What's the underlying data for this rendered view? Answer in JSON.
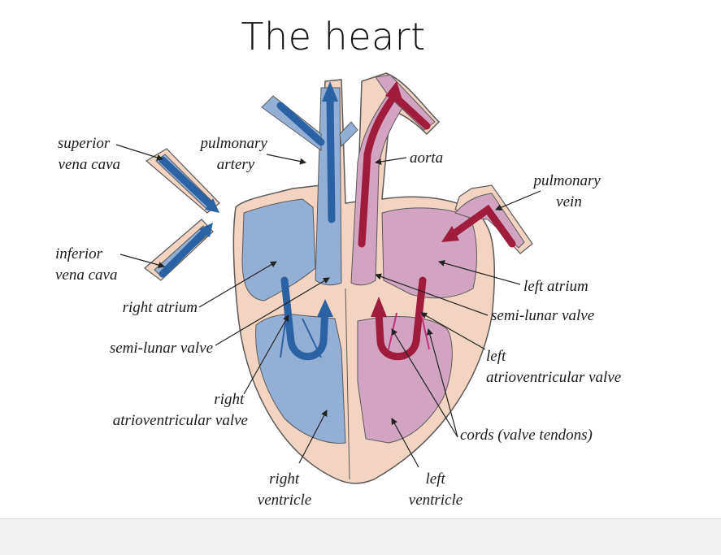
{
  "title": "The heart",
  "colors": {
    "wall": "#f3d3c1",
    "wall_outline": "#5a5a5a",
    "right_side": "#94afd5",
    "left_side": "#d3a4c1",
    "deoxygenated_arrow": "#2a62a3",
    "oxygenated_arrow": "#a01c3c",
    "footer": "#f2f2f2"
  },
  "labels": {
    "superior_vena_cava": [
      "superior",
      "vena cava"
    ],
    "pulmonary_artery": [
      "pulmonary",
      "artery"
    ],
    "aorta": [
      "aorta"
    ],
    "pulmonary_vein": [
      "pulmonary",
      "vein"
    ],
    "inferior_vena_cava": [
      "inferior",
      "vena cava"
    ],
    "right_atrium": [
      "right atrium"
    ],
    "left_atrium": [
      "left atrium"
    ],
    "semi_lunar_valve_left_side": [
      "semi-lunar valve"
    ],
    "semi_lunar_valve_right_side": [
      "semi-lunar valve"
    ],
    "left_av_valve": [
      "left",
      "atrioventricular valve"
    ],
    "right_av_valve": [
      "right",
      "atrioventricular valve"
    ],
    "cords": [
      "cords (valve tendons)"
    ],
    "right_ventricle": [
      "right",
      "ventricle"
    ],
    "left_ventricle": [
      "left",
      "ventricle"
    ]
  }
}
